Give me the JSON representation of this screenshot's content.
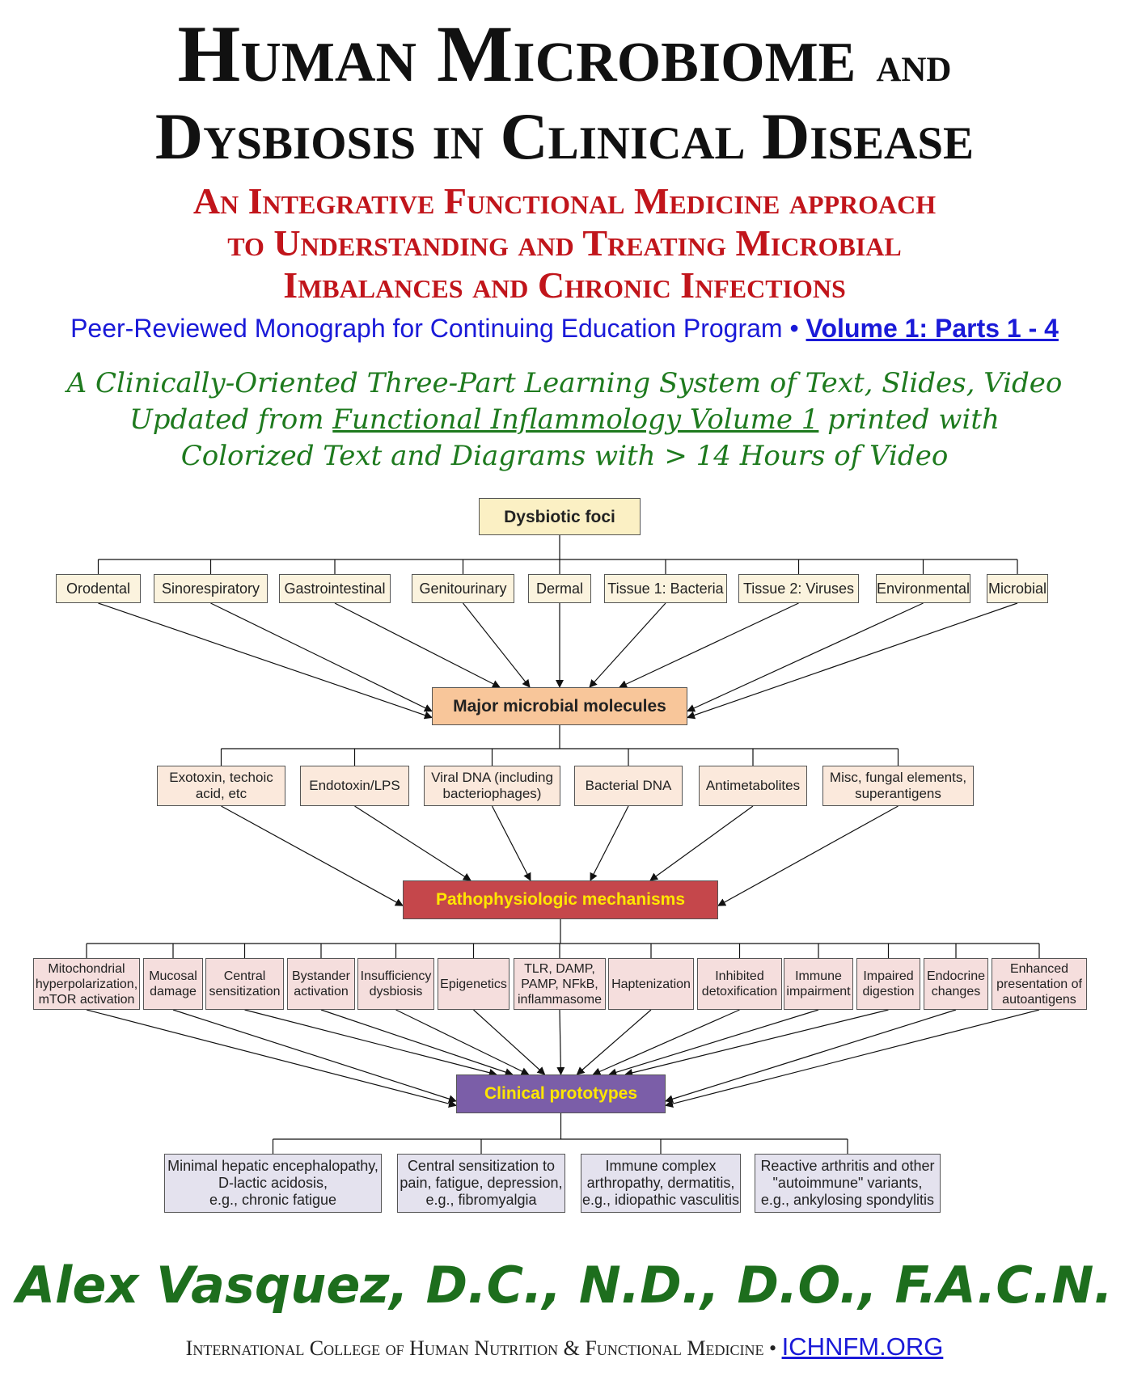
{
  "title": {
    "line1_big": "Human Microbiome",
    "line1_small": "and",
    "line2": "Dysbiosis in Clinical Disease"
  },
  "subtitle": {
    "line1": "An Integrative Functional Medicine approach",
    "line2": "to Understanding and Treating Microbial",
    "line3": "Imbalances and Chronic Infections"
  },
  "program": {
    "text": "Peer-Reviewed Monograph for Continuing Education Program",
    "separator": "•",
    "volume_link": "Volume 1: Parts 1 - 4"
  },
  "tagline": {
    "line1": "A Clinically-Oriented Three-Part Learning System of Text, Slides, Video",
    "line2_pre": "Updated from",
    "line2_title": "Functional Inflammology Volume 1",
    "line2_post": "printed with",
    "line3": "Colorized Text and Diagrams with > 14 Hours of Video"
  },
  "diagram": {
    "root": "Dysbiotic foci",
    "foci": [
      "Orodental",
      "Sinorespiratory",
      "Gastrointestinal",
      "Genitourinary",
      "Dermal",
      "Tissue 1: Bacteria",
      "Tissue 2: Viruses",
      "Environmental",
      "Microbial"
    ],
    "molecules_hub": "Major microbial molecules",
    "molecules": [
      "Exotoxin, techoic\nacid, etc",
      "Endotoxin/LPS",
      "Viral DNA (including\nbacteriophages)",
      "Bacterial DNA",
      "Antimetabolites",
      "Misc, fungal elements,\nsuperantigens"
    ],
    "mechanisms_hub": "Pathophysiologic mechanisms",
    "mechanisms": [
      "Mitochondrial\nhyperpolarization,\nmTOR activation",
      "Mucosal\ndamage",
      "Central\nsensitization",
      "Bystander\nactivation",
      "Insufficiency\ndysbiosis",
      "Epigenetics",
      "TLR, DAMP,\nPAMP, NFkB,\ninflammasome",
      "Haptenization",
      "Inhibited\ndetoxification",
      "Immune\nimpairment",
      "Impaired\ndigestion",
      "Endocrine\nchanges",
      "Enhanced\npresentation of\nautoantigens"
    ],
    "prototypes_hub": "Clinical prototypes",
    "prototypes": [
      "Minimal hepatic encephalopathy,\nD-lactic acidosis,\ne.g., chronic fatigue",
      "Central sensitization to\npain, fatigue, depression,\ne.g., fibromyalgia",
      "Immune complex\narthropathy, dermatitis,\ne.g., idiopathic vasculitis",
      "Reactive arthritis and other\n\"autoimmune\" variants,\ne.g., ankylosing spondylitis"
    ],
    "colors": {
      "root_fill": "#fbf0c4",
      "molecules_hub_fill": "#f8c69a",
      "mechanisms_hub_fill": "#c5474b",
      "mechanisms_hub_text": "#ffe600",
      "prototypes_hub_fill": "#7b5ea8",
      "prototypes_hub_text": "#ffe600"
    }
  },
  "author": "Alex Vasquez, D.C., N.D., D.O., F.A.C.N.",
  "college": {
    "name": "International College of Human Nutrition & Functional Medicine",
    "separator": "•",
    "link": "ICHNFM.ORG"
  }
}
